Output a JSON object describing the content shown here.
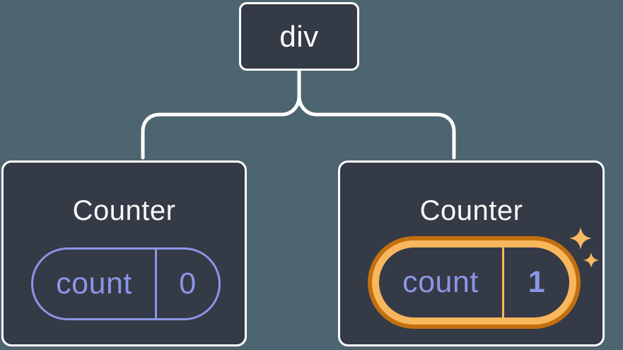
{
  "diagram": {
    "description": "React component tree with state",
    "background": "#4d6570",
    "root": {
      "label": "div"
    },
    "children": [
      {
        "title": "Counter",
        "state": {
          "name": "count",
          "value": "0"
        },
        "highlighted": false
      },
      {
        "title": "Counter",
        "state": {
          "name": "count",
          "value": "1"
        },
        "highlighted": true,
        "highlight_icon": "sparkles"
      }
    ],
    "colors": {
      "connector": "#ffffff",
      "node_fill": "#343a46",
      "node_border": "#ffffff",
      "title_text": "#f6f7f8",
      "state_accent": "#8c95e5",
      "highlight_ring_outer": "#c2700f",
      "highlight_ring_inner": "#f8b75c",
      "sparkle": "#f8bb63"
    }
  }
}
